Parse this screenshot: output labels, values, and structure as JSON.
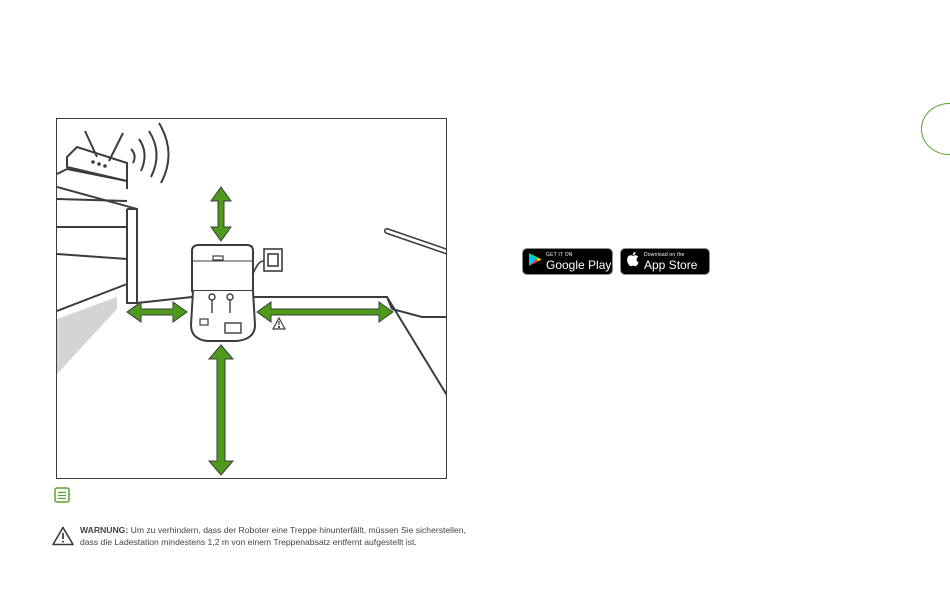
{
  "store_badges": {
    "google_play": {
      "small": "GET IT ON",
      "big": "Google Play",
      "icon": "play-store-icon"
    },
    "app_store": {
      "small": "Download on the",
      "big": "App Store",
      "icon": "apple-icon"
    }
  },
  "warning": {
    "label": "WARNUNG:",
    "line1": " Um zu verhindern, dass der Roboter eine Treppe hinunterfällt, müssen Sie sicherstellen,",
    "line2": "dass die Ladestation mindestens 1,2 m von einem Treppenabsatz entfernt aufgestellt ist."
  },
  "colors": {
    "accent_green": "#5aa52c",
    "arrow_green": "#4e9a1c",
    "line": "#3c3c3c"
  }
}
